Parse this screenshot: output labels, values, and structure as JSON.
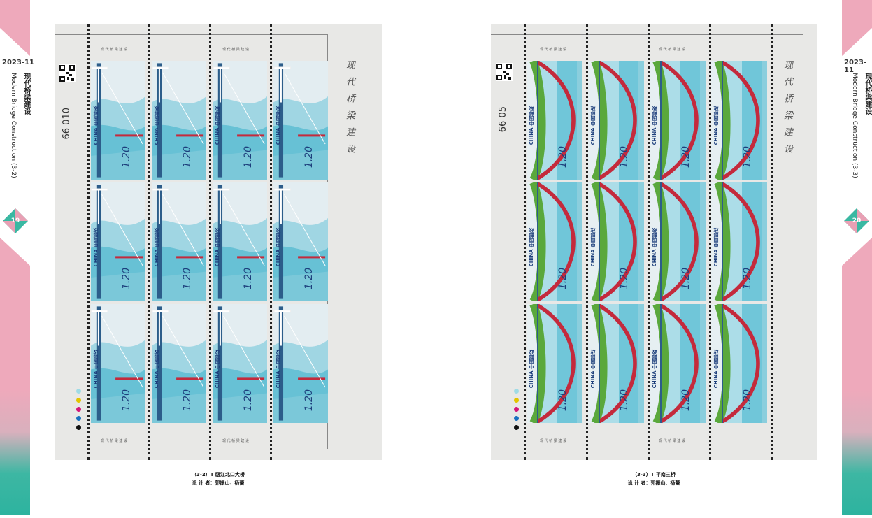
{
  "colors": {
    "pink": "#e8a0b4",
    "teal": "#2db39f",
    "stamp_blue": "#1d3f7c",
    "arch_red": "#c42a3c",
    "grass_green": "#5aa83c"
  },
  "left_page": {
    "issue": "2023-11",
    "side_title_cn": "现代桥梁建设",
    "side_title_en": "Modern Bridge Construction (3-2)",
    "page_number": "19",
    "sheet": {
      "title": "现代桥梁建设",
      "sheet_number": "66 010",
      "stamp_country": "CHINA 中国邮政",
      "stamp_denomination": "1.20",
      "margin_text": "现 代 桥 梁 建 设"
    },
    "caption_line1": "（3-2）T 瓯江北口大桥",
    "caption_line2": "设 计 者：郭振山、杨蕾"
  },
  "right_page": {
    "issue": "2023-11",
    "side_title_cn": "现代桥梁建设",
    "side_title_en": "Modern Bridge Construction (3-3)",
    "page_number": "20",
    "sheet": {
      "title": "现代桥梁建设",
      "sheet_number": "66 05",
      "stamp_country": "CHINA 中国邮政",
      "stamp_denomination": "1.20",
      "margin_text": "现 代 桥 梁 建 设"
    },
    "caption_line1": "（3-3）T 平南三桥",
    "caption_line2": "设 计 者：郭振山、杨蕾"
  }
}
